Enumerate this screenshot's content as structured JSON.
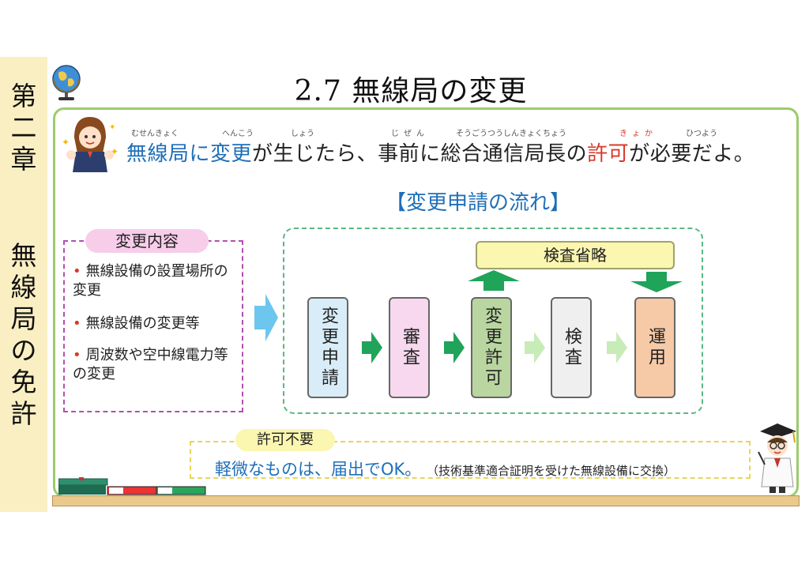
{
  "chapter": {
    "number": "第二章",
    "name": "無線局の免許"
  },
  "title": "2.7 無線局の変更",
  "lead": {
    "ruby": {
      "musenkyoku": "むせんきょく",
      "henkou": "へんこう",
      "shou": "しょう",
      "jizen": "じぜん",
      "soukyoku": "そうごうつうしんきょくちょう",
      "kyoka": "きょか",
      "hitsuyou": "ひつよう"
    },
    "parts": {
      "musenkyoku": "無線局",
      "ni1": "に",
      "henkou": "変更",
      "ga1": "が",
      "shou": "生",
      "jitara": "じたら、",
      "jizen": "事前",
      "ni2": "に",
      "soukyoku": "総合通信局長",
      "no": "の",
      "kyoka": "許可",
      "ga2": "が",
      "hitsuyou": "必要",
      "dayo": "だよ。"
    }
  },
  "flow_title": "【変更申請の流れ】",
  "contents": {
    "label": "変更内容",
    "items": [
      "無線設備の設置場所の変更",
      "無線設備の変更等",
      "周波数や空中線電力等の変更"
    ]
  },
  "omit_label": "検査省略",
  "steps": [
    "変更申請",
    "審査",
    "変更許可",
    "検査",
    "運用"
  ],
  "no_permit": {
    "label": "許可不要",
    "text": "軽微なものは、届出でOK。",
    "note": "（技術基準適合証明を受けた無線設備に交換）"
  },
  "colors": {
    "accent_blue": "#1f6fb8",
    "accent_red": "#d83a2a",
    "board_border": "#9ccb6a",
    "step_fills": [
      "#d9edf8",
      "#f7d8ee",
      "#b9d6a0",
      "#efefef",
      "#f6c9a7"
    ]
  }
}
